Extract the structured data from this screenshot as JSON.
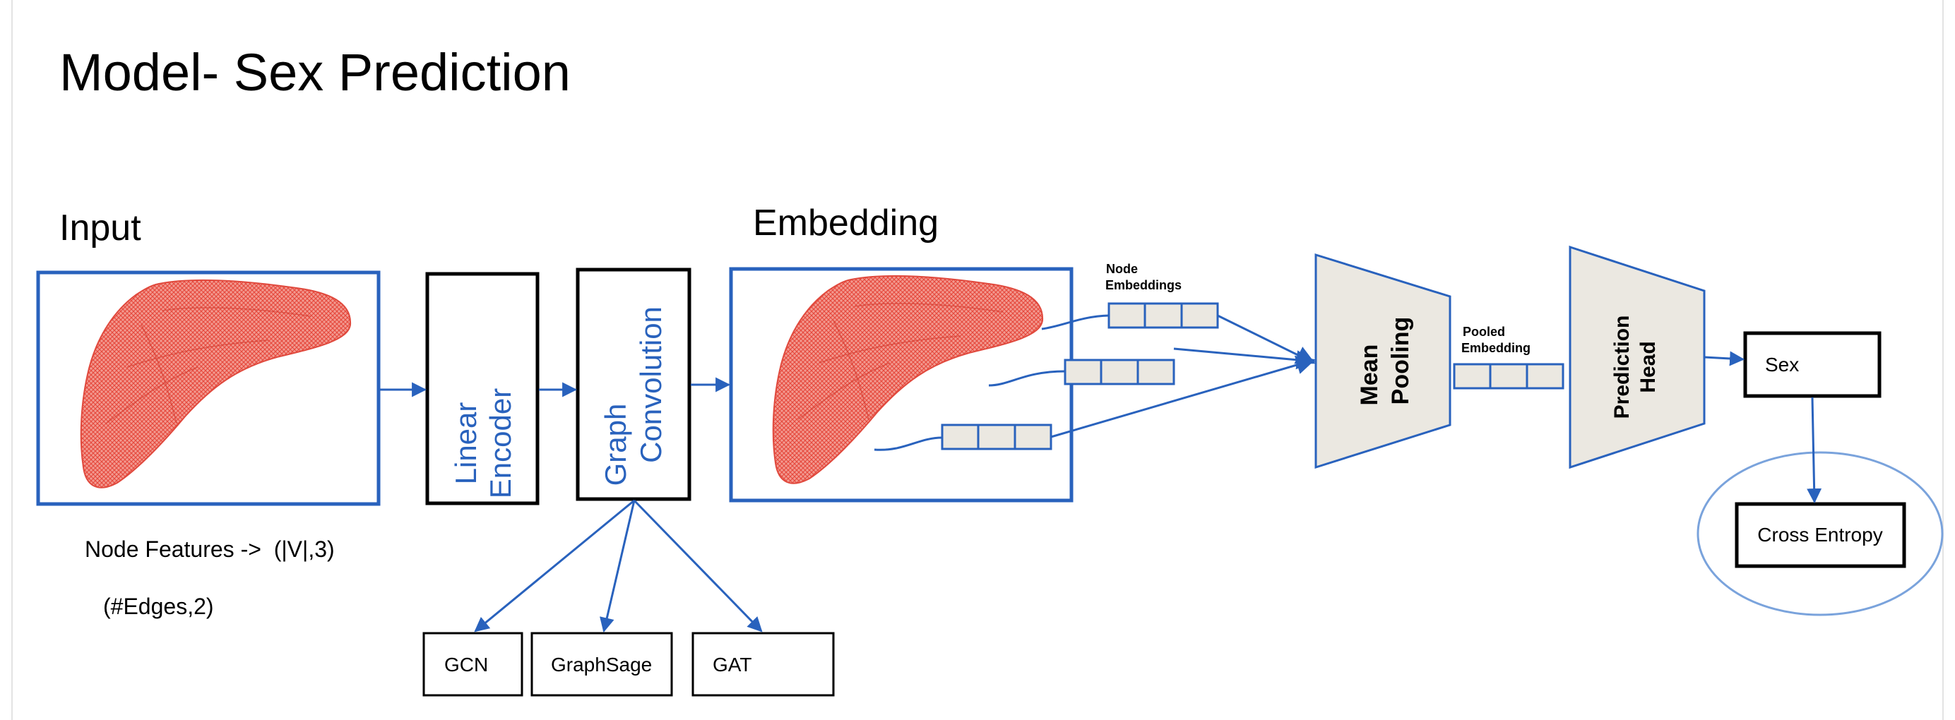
{
  "title": "Model- Sex Prediction",
  "input": {
    "heading": "Input",
    "node_features": "Node Features ->  (|V|,3)",
    "edges": "(#Edges,2)"
  },
  "linear_encoder": {
    "line1": "Linear",
    "line2": "Encoder"
  },
  "graph_convolution": {
    "line1": "Graph",
    "line2": "Convolution",
    "options": [
      "GCN",
      "GraphSage",
      "GAT"
    ]
  },
  "embedding": {
    "heading": "Embedding",
    "node_embeddings_line1": "Node",
    "node_embeddings_line2": "Embeddings"
  },
  "mean_pooling": {
    "line1": "Mean",
    "line2": "Pooling"
  },
  "pooled_embedding": {
    "line1": "Pooled",
    "line2": "Embedding"
  },
  "prediction_head": {
    "line1": "Prediction",
    "line2": "Head"
  },
  "output": {
    "label": "Sex"
  },
  "loss": {
    "label": "Cross Entropy"
  },
  "colors": {
    "accent_blue": "#2962bd",
    "mesh_red": "#e8554a",
    "trapezoid_fill": "#ebe8e1",
    "ellipse_stroke": "#7aa3dc"
  }
}
